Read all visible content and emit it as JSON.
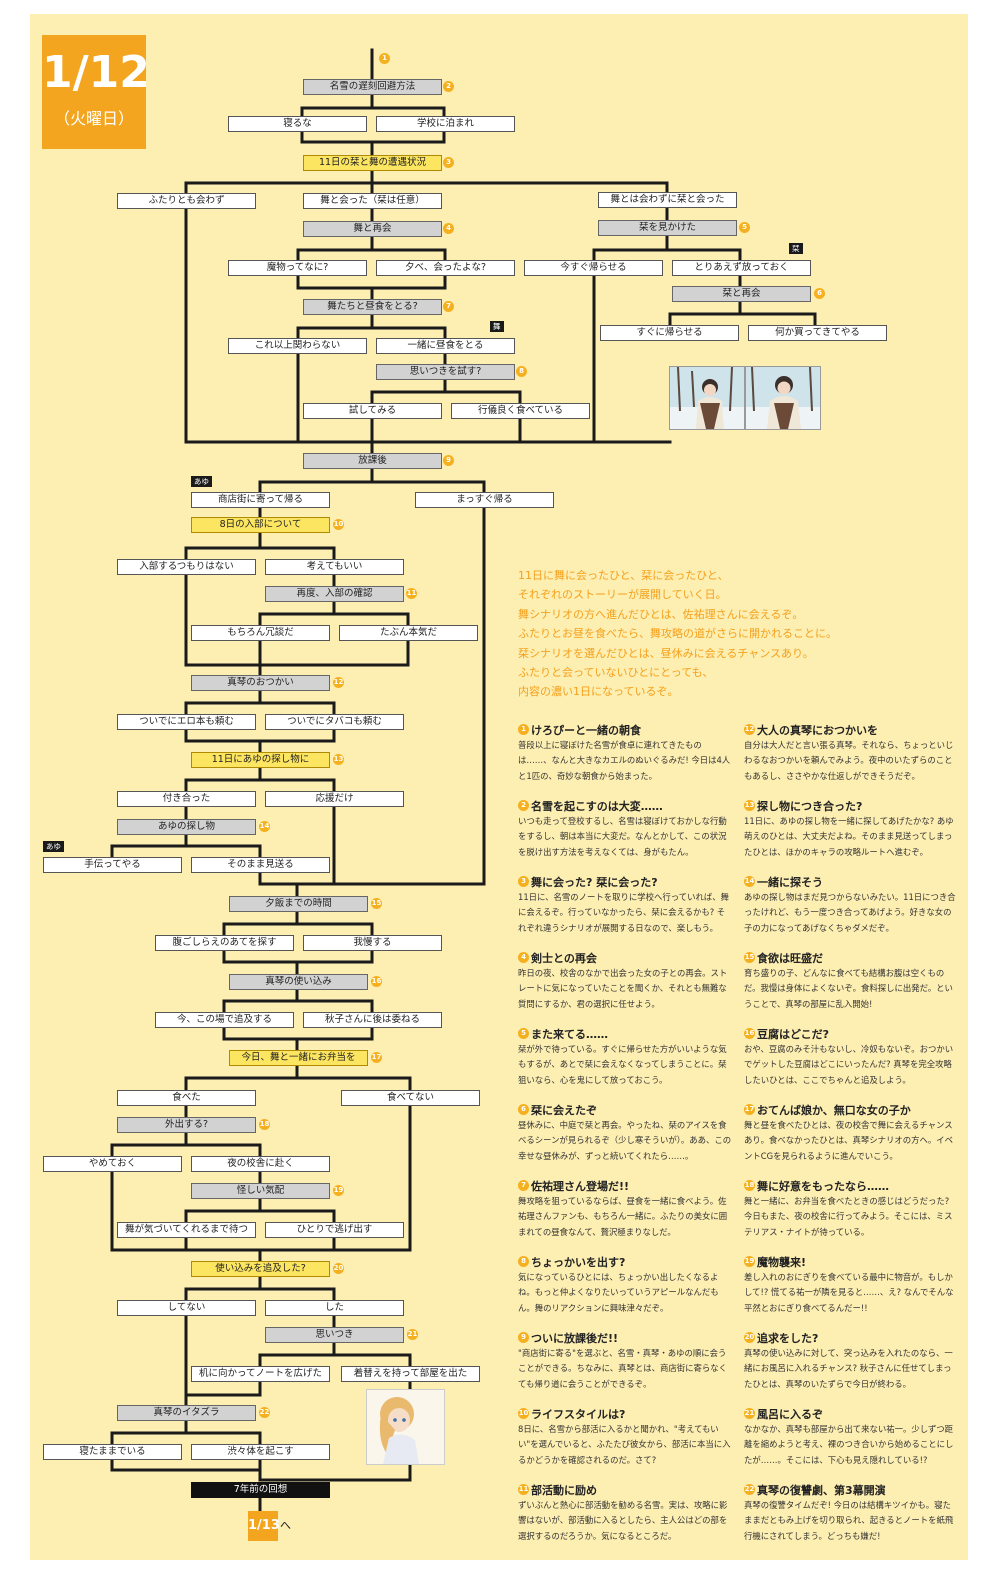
{
  "header": {
    "date": "1/12",
    "weekday": "（火曜日）"
  },
  "nodes": {
    "n_q1": "名雪の遅刻回避方法",
    "n_a1a": "寝るな",
    "n_a1b": "学校に泊まれ",
    "n_q3": "11日の栞と舞の遭遇状況",
    "n_a3a": "ふたりとも会わず",
    "n_a3b": "舞と会った（栞は任意）",
    "n_a3c": "舞とは会わずに栞と会った",
    "n_q4": "舞と再会",
    "n_q5": "栞を見かけた",
    "n_a4a": "魔物ってなに?",
    "n_a4b": "夕べ、会ったよな?",
    "n_a5a": "今すぐ帰らせる",
    "n_a5b": "とりあえず放っておく",
    "n_q6": "栞と再会",
    "n_q7": "舞たちと昼食をとる?",
    "n_a6a": "すぐに帰らせる",
    "n_a6b": "何か買ってきてやる",
    "n_a7a": "これ以上関わらない",
    "n_a7b": "一緒に昼食をとる",
    "n_q8": "思いつきを試す?",
    "n_a8a": "試してみる",
    "n_a8b": "行儀良く食べている",
    "n_q9": "放課後",
    "n_a9a": "商店街に寄って帰る",
    "n_a9b": "まっすぐ帰る",
    "n_q10": "8日の入部について",
    "n_a10a": "入部するつもりはない",
    "n_a10b": "考えてもいい",
    "n_q11": "再度、入部の確認",
    "n_a11a": "もちろん冗談だ",
    "n_a11b": "たぶん本気だ",
    "n_q12": "真琴のおつかい",
    "n_a12a": "ついでにエロ本も頼む",
    "n_a12b": "ついでにタバコも頼む",
    "n_q13": "11日にあゆの探し物に",
    "n_a13a": "付き合った",
    "n_a13b": "応援だけ",
    "n_q14": "あゆの探し物",
    "n_a14a": "手伝ってやる",
    "n_a14b": "そのまま見送る",
    "n_q15": "夕飯までの時間",
    "n_a15a": "腹ごしらえのあてを探す",
    "n_a15b": "我慢する",
    "n_q16": "真琴の使い込み",
    "n_a16a": "今、この場で追及する",
    "n_a16b": "秋子さんに後は委ねる",
    "n_q17": "今日、舞と一緒にお弁当を",
    "n_a17a": "食べた",
    "n_a17b": "食べてない",
    "n_q18": "外出する?",
    "n_a18a": "やめておく",
    "n_a18b": "夜の校舎に赴く",
    "n_q19": "怪しい気配",
    "n_a19a": "舞が気づいてくれるまで待つ",
    "n_a19b": "ひとりで逃げ出す",
    "n_q20": "使い込みを追及した?",
    "n_a20a": "してない",
    "n_a20b": "した",
    "n_q21": "思いつき",
    "n_a21a": "机に向かってノートを広げた",
    "n_a21b": "着替えを持って部屋を出た",
    "n_q22": "真琴のイタズラ",
    "n_a22a": "寝たままでいる",
    "n_a22b": "渋々体を起こす",
    "n_end": "7年前の回想"
  },
  "badge_numbers": [
    "1",
    "2",
    "3",
    "4",
    "5",
    "6",
    "7",
    "8",
    "9",
    "10",
    "11",
    "12",
    "13",
    "14",
    "15",
    "16",
    "17",
    "18",
    "19",
    "20",
    "21",
    "22"
  ],
  "tags": {
    "shiori": "栞",
    "mai": "舞",
    "ayu1": "あゆ",
    "ayu2": "あゆ"
  },
  "next_day": {
    "label": "1/13",
    "arrow": "へ"
  },
  "intro": [
    "11日に舞に会ったひと、栞に会ったひと、",
    "それぞれのストーリーが展開していく日。",
    "舞シナリオの方へ進んだひとは、佐祐理さんに会えるぞ。",
    "ふたりとお昼を食べたら、舞攻略の道がさらに開かれることに。",
    "栞シナリオを選んだひとは、昼休みに会えるチャンスあり。",
    "ふたりと会っていないひとにとっても、",
    "内容の濃い1日になっているぞ。"
  ],
  "notes": [
    {
      "num": "1",
      "title": "けろぴーと一緒の朝食",
      "body": "普段以上に寝ぼけた名雪が食卓に連れてきたものは……、なんと大きなカエルのぬいぐるみだ! 今日は4人と1匹の、奇妙な朝食から始まった。"
    },
    {
      "num": "2",
      "title": "名雪を起こすのは大変……",
      "body": "いつも走って登校するし、名雪は寝ぼけておかしな行動をするし、朝は本当に大変だ。なんとかして、この状況を脱け出す方法を考えなくては、身がもたん。"
    },
    {
      "num": "3",
      "title": "舞に会った? 栞に会った?",
      "body": "11日に、名雪のノートを取りに学校へ行っていれば、舞に会えるぞ。行っていなかったら、栞に会えるかも? それぞれ違うシナリオが展開する日なので、楽しもう。"
    },
    {
      "num": "4",
      "title": "剣士との再会",
      "body": "昨日の夜、校舎のなかで出会った女の子との再会。ストレートに気になっていたことを聞くか、それとも無難な質問にするか、君の選択に任せよう。"
    },
    {
      "num": "5",
      "title": "また来てる……",
      "body": "栞が外で待っている。すぐに帰らせた方がいいような気もするが、あとで栞に会えなくなってしまうことに。栞狙いなら、心を鬼にして放っておこう。"
    },
    {
      "num": "6",
      "title": "栞に会えたぞ",
      "body": "昼休みに、中庭で栞と再会。やったね、栞のアイスを食べるシーンが見られるぞ（少し寒そういが）。ああ、この幸せな昼休みが、ずっと続いてくれたら……。"
    },
    {
      "num": "7",
      "title": "佐祐理さん登場だ!!",
      "body": "舞攻略を狙っているならば、昼食を一緒に食べよう。佐祐理さんファンも、もちろん一緒に。ふたりの美女に囲まれての昼食なんて、贅沢極まりなしだ。"
    },
    {
      "num": "8",
      "title": "ちょっかいを出す?",
      "body": "気になっているひとには、ちょっかい出したくなるよね。もっと仲よくなりたいっていうアピールなんだもん。舞のリアクションに興味津々だぞ。"
    },
    {
      "num": "9",
      "title": "ついに放課後だ!!",
      "body": "\"商店街に寄る\"を選ぶと、名雪・真琴・あゆの順に会うことができる。ちなみに、真琴とは、商店街に寄らなくても帰り道に会うことができるぞ。"
    },
    {
      "num": "10",
      "title": "ライフスタイルは?",
      "body": "8日に、名雪から部活に入るかと聞かれ、\"考えてもいい\"を選んでいると、ふたたび彼女から、部活に本当に入るかどうかを確認されるのだ。さて?"
    },
    {
      "num": "11",
      "title": "部活動に励め",
      "body": "ずいぶんと熱心に部活動を勧める名雪。実は、攻略に影響はないが、部活動に入るとしたら、主人公はどの部を選択するのだろうか。気になるところだ。"
    },
    {
      "num": "12",
      "title": "大人の真琴におつかいを",
      "body": "自分は大人だと言い張る真琴。それなら、ちょっといじわるなおつかいを頼んでみよう。夜中のいたずらのこともあるし、ささやかな仕返しができそうだぞ。"
    },
    {
      "num": "13",
      "title": "探し物につき合った?",
      "body": "11日に、あゆの探し物を一緒に探してあげたかな? あゆ萌えのひとは、大丈夫だよね。そのまま見送ってしまったひとは、ほかのキャラの攻略ルートへ進むぞ。"
    },
    {
      "num": "14",
      "title": "一緒に探そう",
      "body": "あゆの探し物はまだ見つからないみたい。11日につき合ったけれど、もう一度つき合ってあげよう。好きな女の子の力になってあげなくちゃダメだぞ。"
    },
    {
      "num": "15",
      "title": "食欲は旺盛だ",
      "body": "育ち盛りの子、どんなに食べても結構お腹は空くものだ。我慢は身体によくないぞ。食料探しに出発だ。ということで、真琴の部屋に乱入開始!"
    },
    {
      "num": "16",
      "title": "豆腐はどこだ?",
      "body": "おや、豆腐のみそ汁もないし、冷奴もないぞ。おつかいでゲットした豆腐はどこにいったんだ? 真琴を完全攻略したいひとは、ここでちゃんと追及しよう。"
    },
    {
      "num": "17",
      "title": "おてんば娘か、無口な女の子か",
      "body": "舞と昼を食べたひとは、夜の校舎で舞に会えるチャンスあり。食べなかったひとは、真琴シナリオの方へ。イベントCGを見られるように進んでいこう。"
    },
    {
      "num": "18",
      "title": "舞に好意をもったなら……",
      "body": "舞と一緒に、お弁当を食べたときの感じはどうだった? 今日もまた、夜の校舎に行ってみよう。そこには、ミステリアス・ナイトが待っている。"
    },
    {
      "num": "19",
      "title": "魔物襲来!",
      "body": "差し入れのおにぎりを食べている最中に物音が。もしかして!? 慌てる祐一が隣を見ると……、え? なんでそんな平然とおにぎり食べてるんだー!!"
    },
    {
      "num": "20",
      "title": "追求をした?",
      "body": "真琴の使い込みに対して、突っ込みを入れたのなら、一緒にお風呂に入れるチャンス? 秋子さんに任せてしまったひとは、真琴のいたずらで今日が終わる。"
    },
    {
      "num": "21",
      "title": "風呂に入るぞ",
      "body": "なかなか、真琴も部屋から出て来ない祐一。少しずつ距離を縮めようと考え、裸のつき合いから始めることにしたが……。そこには、下心も見え隠れしている!?"
    },
    {
      "num": "22",
      "title": "真琴の復讐劇、第3幕開演",
      "body": "真琴の復讐タイムだぞ! 今日のは結構キツイかも。寝たままだともみ上げを切り取られ、起きるとノートを紙飛行機にされてしまう。どっちも嫌だ!"
    }
  ]
}
